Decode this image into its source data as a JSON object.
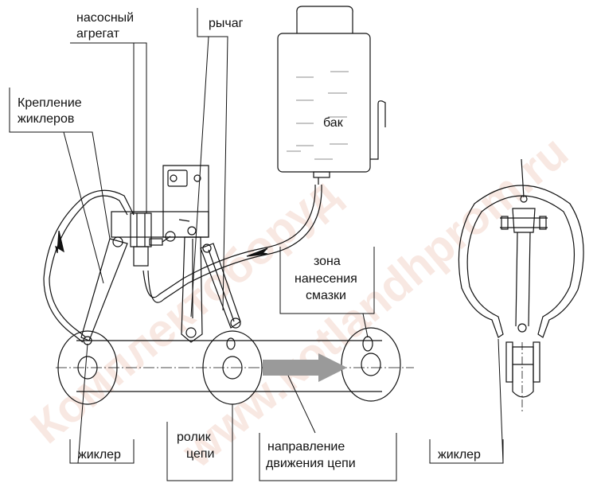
{
  "labels": {
    "pump_unit_line1": "насосный",
    "pump_unit_line2": "агрегат",
    "lever": "рычаг",
    "nozzle_mount_line1": "Крепление",
    "nozzle_mount_line2": "жиклеров",
    "tank": "бак",
    "lube_zone_line1": "зона",
    "lube_zone_line2": "нанесения",
    "lube_zone_line3": "смазки",
    "nozzle_left": "жиклер",
    "chain_roller_line1": "ролик",
    "chain_roller_line2": "цепи",
    "chain_dir_line1": "направление",
    "chain_dir_line2": "движения цепи",
    "nozzle_right": "жиклер"
  },
  "watermark": {
    "text1": "Комплектоборуд",
    "text2": "www.kotlandhprom.ru"
  },
  "colors": {
    "line": "#111111",
    "arrow": "#9a9a9a",
    "watermark": "#f3d6cc"
  }
}
